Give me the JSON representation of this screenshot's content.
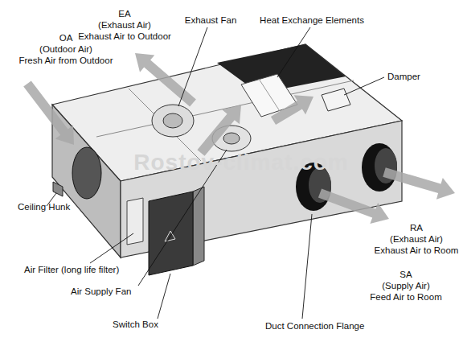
{
  "diagram": {
    "labels": [
      "EA",
      "(Exhaust Air)",
      "Exhaust Air to Outdoor",
      "Exhaust Fan",
      "Heat Exchange Elements",
      "OA",
      "(Outdoor Air)",
      "Fresh Air from Outdoor",
      "Damper",
      "Ceiling Hunk",
      "Air Filter (long life filter)",
      "Air Supply Fan",
      "Switch Box",
      "Duct Connection Flange",
      "RA",
      "(Exhaust Air)",
      "Exhaust Air to Room",
      "SA",
      "(Supply Air)",
      "Feed Air to Room",
      "Rostov-climat.com"
    ]
  }
}
